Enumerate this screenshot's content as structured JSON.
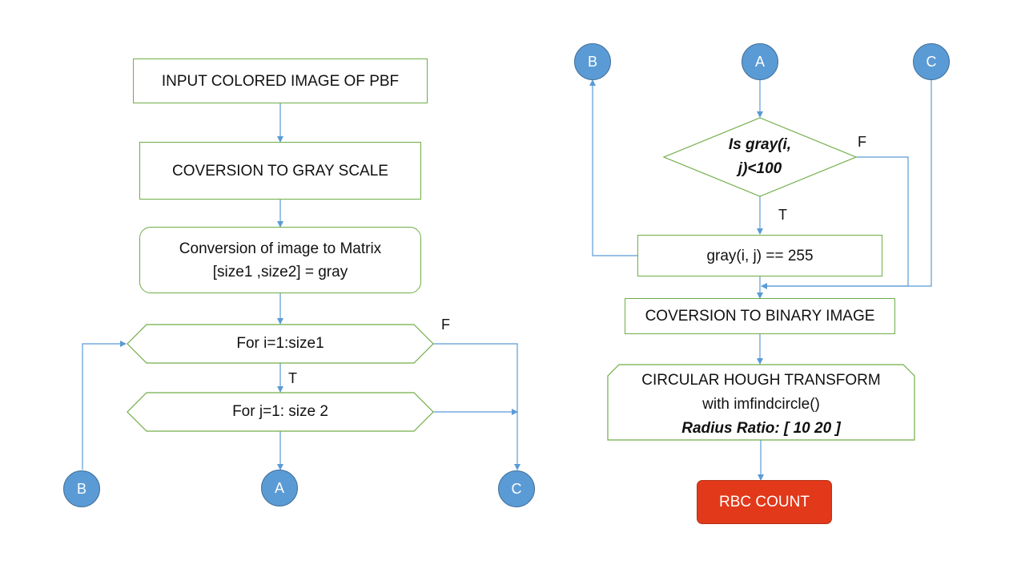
{
  "left": {
    "input_label": "INPUT COLORED IMAGE OF PBF",
    "gray_label": "COVERSION TO GRAY SCALE",
    "matrix_line1": "Conversion of image to Matrix",
    "matrix_line2": "[size1 ,size2] = gray",
    "loop_i_label": "For i=1:size1",
    "loop_j_label": "For j=1: size 2",
    "flag_f": "F",
    "flag_t": "T",
    "connector_b": "B",
    "connector_a": "A",
    "connector_c": "C"
  },
  "right": {
    "connector_b": "B",
    "connector_a": "A",
    "connector_c": "C",
    "decision_line1": "Is gray(i,",
    "decision_line2": "j)<100",
    "flag_f": "F",
    "flag_t": "T",
    "assign_label": "gray(i, j) == 255",
    "binary_label": "COVERSION TO BINARY IMAGE",
    "hough_line1": "CIRCULAR HOUGH TRANSFORM",
    "hough_line2": "with imfindcircle()",
    "hough_line3": "Radius Ratio: [ 10 20 ]",
    "result_label": "RBC COUNT"
  },
  "colors": {
    "box_border": "#70ad47",
    "arrow": "#5b9bd5",
    "connector_fill": "#5b9bd5",
    "terminal_fill": "#e1391a"
  }
}
